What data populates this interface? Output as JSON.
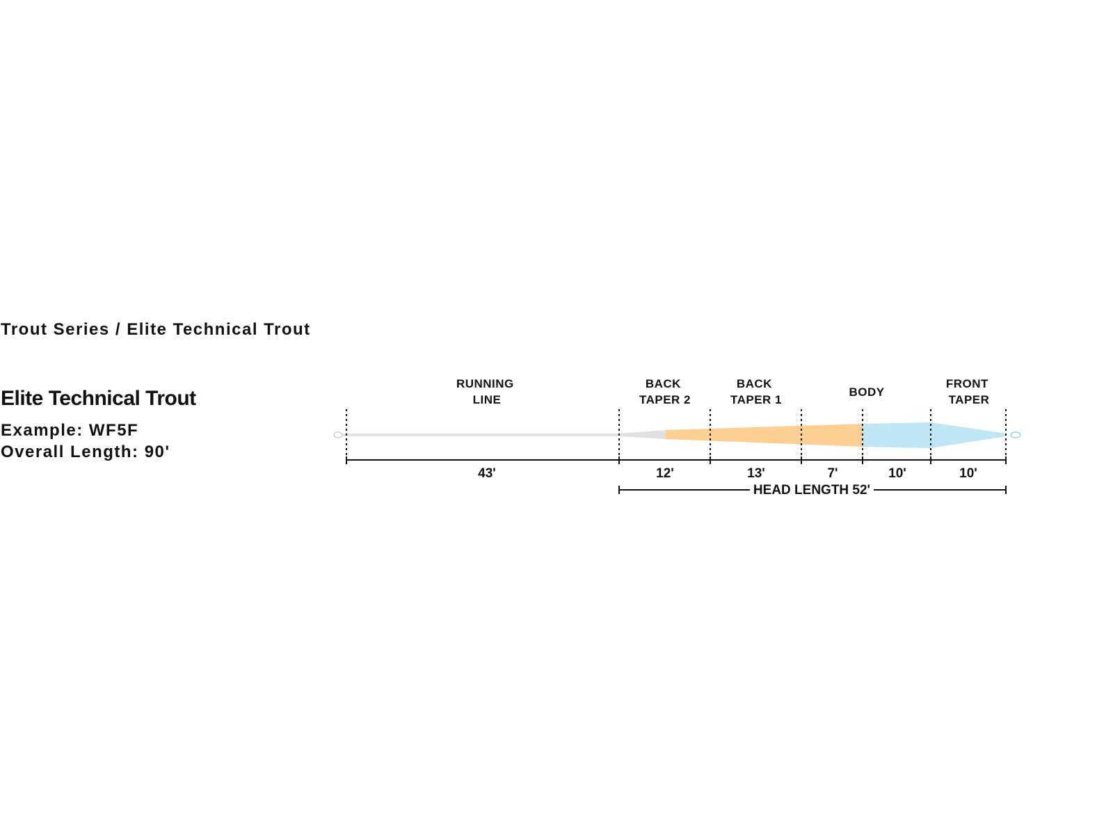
{
  "header": {
    "series_title": "Trout Series / Elite Technical Trout"
  },
  "product": {
    "name": "Elite Technical Trout",
    "example": "Example: WF5F",
    "overall_length": "Overall Length: 90'"
  },
  "taper": {
    "segments": [
      {
        "id": "running-line",
        "label_lines": [
          "RUNNING",
          "LINE"
        ],
        "length": "43'",
        "length_ft": 43
      },
      {
        "id": "back-taper-2",
        "label_lines": [
          "BACK",
          "TAPER 2"
        ],
        "length": "12'",
        "length_ft": 12
      },
      {
        "id": "back-taper-1",
        "label_lines": [
          "BACK",
          "TAPER 1"
        ],
        "length": "13'",
        "length_ft": 13
      },
      {
        "id": "body",
        "label_lines": [
          "BODY"
        ],
        "length": "7'",
        "length_ft": 7
      },
      {
        "id": "body-2",
        "label_lines": [],
        "length": "10'",
        "length_ft": 10
      },
      {
        "id": "front-taper",
        "label_lines": [
          "FRONT",
          "TAPER"
        ],
        "length": "10'",
        "length_ft": 10
      }
    ],
    "head_length": "HEAD LENGTH 52'",
    "colors": {
      "running_line": "#e3e3e3",
      "back_taper": "#fdcf92",
      "front": "#bfe6f5",
      "ink": "#111111"
    }
  }
}
